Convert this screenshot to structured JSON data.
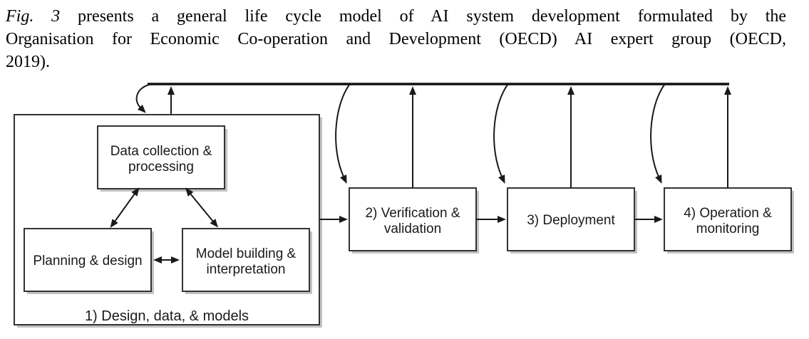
{
  "caption": {
    "fig_label": "Fig. 3",
    "line1": "presents a general life cycle model of AI system development formulated by the",
    "line2": "Organisation for Economic Co-operation and Development (OECD) AI expert group (OECD,",
    "line3": "2019)."
  },
  "diagram": {
    "stage1": {
      "label": "1) Design, data, & models",
      "data_collection": {
        "line1": "Data collection &",
        "line2": "processing"
      },
      "planning": {
        "label": "Planning & design"
      },
      "model_building": {
        "line1": "Model building &",
        "line2": "interpretation"
      }
    },
    "stage2": {
      "line1": "2) Verification &",
      "line2": "validation"
    },
    "stage3": {
      "label": "3) Deployment"
    },
    "stage4": {
      "line1": "4) Operation &",
      "line2": "monitoring"
    }
  },
  "colors": {
    "box_border": "#333333",
    "box_shadow": "#c2c2c2",
    "arrow": "#1a1a1a",
    "text": "#1a1a1a",
    "background": "#ffffff"
  }
}
